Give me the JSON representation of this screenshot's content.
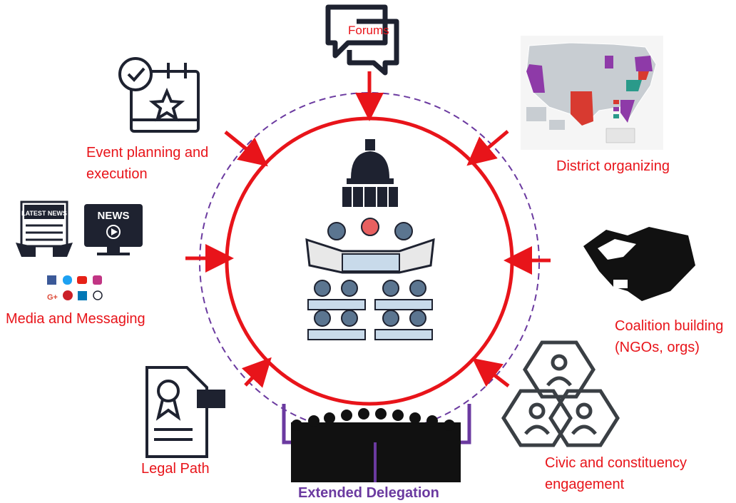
{
  "center": {
    "icon": "capitol-hearing-room-icon"
  },
  "nodes": [
    {
      "id": "forums",
      "label": "Forums",
      "icon": "chat-bubbles-icon"
    },
    {
      "id": "district",
      "label": "District organizing",
      "icon": "us-map-icon"
    },
    {
      "id": "coalition",
      "label_lines": [
        "Coalition building",
        "(NGOs, orgs)"
      ],
      "icon": "handshake-icon"
    },
    {
      "id": "civic",
      "label_lines": [
        "Civic and constituency",
        "engagement"
      ],
      "icon": "people-hexagon-icon"
    },
    {
      "id": "delegation",
      "label": "Extended Delegation",
      "icon": "crowd-icon"
    },
    {
      "id": "legal",
      "label": "Legal Path",
      "icon": "certificate-gavel-icon"
    },
    {
      "id": "media",
      "label": "Media and Messaging",
      "icon": "news-icon",
      "news_badges": [
        "LATEST NEWS",
        "NEWS"
      ]
    },
    {
      "id": "event",
      "label_lines": [
        "Event planning and",
        "execution"
      ],
      "icon": "calendar-star-icon"
    }
  ],
  "colors": {
    "accent": "#e8141a",
    "dashed_ring": "#6b3aa0",
    "delegation": "#6b3aa0"
  }
}
